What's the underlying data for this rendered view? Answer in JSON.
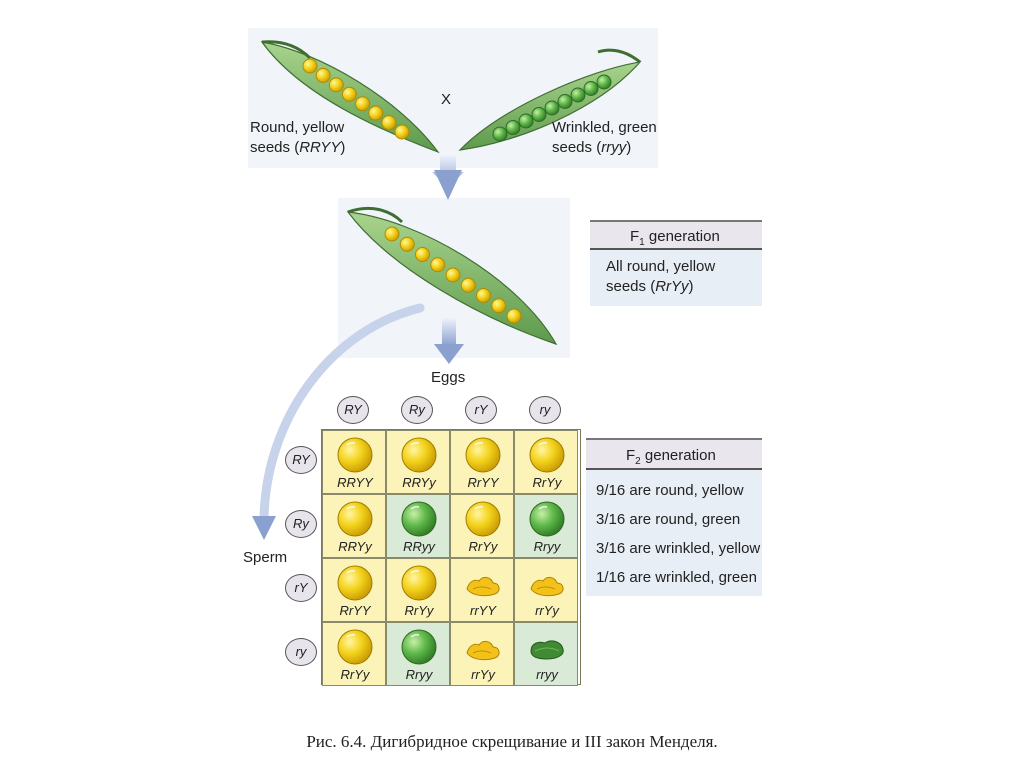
{
  "parents": {
    "cross_symbol": "X",
    "left": {
      "line1": "Round, yellow",
      "line2_prefix": "seeds (",
      "genotype": "RRYY",
      "line2_suffix": ")"
    },
    "right": {
      "line1": "Wrinkled, green",
      "line2_prefix": "seeds (",
      "genotype": "rryy",
      "line2_suffix": ")"
    }
  },
  "f1": {
    "head_prefix": "F",
    "head_sub": "1",
    "head_suffix": " generation",
    "line1": "All round, yellow",
    "line2_prefix": "seeds (",
    "genotype": "RrYy",
    "line2_suffix": ")"
  },
  "labels": {
    "eggs": "Eggs",
    "sperm": "Sperm"
  },
  "egg_alleles": [
    "RY",
    "Ry",
    "rY",
    "ry"
  ],
  "sperm_alleles": [
    "RY",
    "Ry",
    "rY",
    "ry"
  ],
  "punnett": [
    [
      {
        "g": "RRYY",
        "p": "round-yellow"
      },
      {
        "g": "RRYy",
        "p": "round-yellow"
      },
      {
        "g": "RrYY",
        "p": "round-yellow"
      },
      {
        "g": "RrYy",
        "p": "round-yellow"
      }
    ],
    [
      {
        "g": "RRYy",
        "p": "round-yellow"
      },
      {
        "g": "RRyy",
        "p": "round-green"
      },
      {
        "g": "RrYy",
        "p": "round-yellow"
      },
      {
        "g": "Rryy",
        "p": "round-green"
      }
    ],
    [
      {
        "g": "RrYY",
        "p": "round-yellow"
      },
      {
        "g": "RrYy",
        "p": "round-yellow"
      },
      {
        "g": "rrYY",
        "p": "wrinkled-yellow"
      },
      {
        "g": "rrYy",
        "p": "wrinkled-yellow"
      }
    ],
    [
      {
        "g": "RrYy",
        "p": "round-yellow"
      },
      {
        "g": "Rryy",
        "p": "round-green"
      },
      {
        "g": "rrYy",
        "p": "wrinkled-yellow"
      },
      {
        "g": "rryy",
        "p": "wrinkled-green"
      }
    ]
  ],
  "f2": {
    "head_prefix": "F",
    "head_sub": "2",
    "head_suffix": " generation",
    "ratios": [
      "9/16 are round, yellow",
      "3/16 are round, green",
      "3/16 are wrinkled, yellow",
      "1/16 are wrinkled, green"
    ]
  },
  "caption": "Рис. 6.4. Дигибридное скрещивание и III закон Менделя.",
  "colors": {
    "pod": "#7fb46a",
    "pea_yellow": "#f3d21a",
    "pea_green": "#5fb84a",
    "cell_yellow": "#fbf3b8",
    "cell_green": "#d9ead6",
    "arrow": "#9fb2d6"
  }
}
